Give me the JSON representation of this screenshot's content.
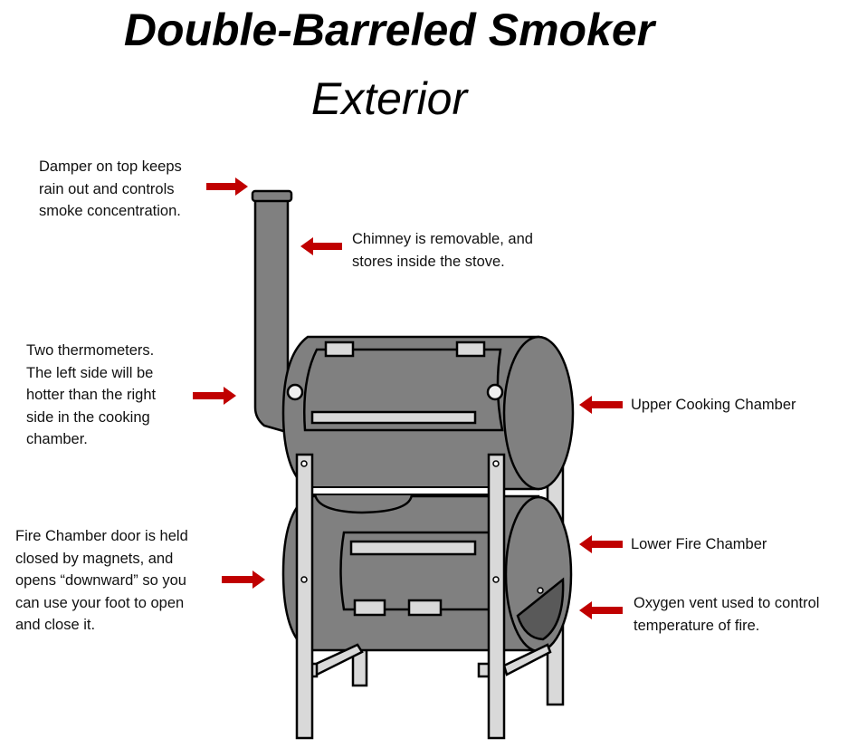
{
  "title": "Double-Barreled Smoker",
  "subtitle": "Exterior",
  "labels": {
    "damper": "Damper on top keeps\nrain out and controls\nsmoke concentration.",
    "chimney": "Chimney is removable, and\nstores inside the stove.",
    "thermometers": "Two thermometers.\nThe left side will be\nhotter than the right\nside in the cooking\nchamber.",
    "upper": "Upper Cooking Chamber",
    "lower": "Lower Fire Chamber",
    "door": "Fire Chamber door is held\nclosed by magnets, and\nopens “downward” so you\ncan use your foot to open\nand close it.",
    "vent": "Oxygen vent used to control\ntemperature of fire."
  },
  "colors": {
    "arrow": "#c00000",
    "body": "#808080",
    "legs": "#d9d9d9"
  }
}
